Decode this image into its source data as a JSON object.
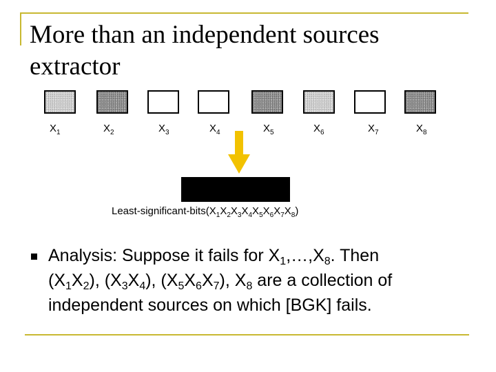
{
  "slide": {
    "title": "More than an independent sources extractor",
    "accent_color": "#c8b830",
    "arrow_color": "#f2c200",
    "sources": [
      {
        "letter": "X",
        "index": "1",
        "shade": "light"
      },
      {
        "letter": "X",
        "index": "2",
        "shade": "dark"
      },
      {
        "letter": "X",
        "index": "3",
        "shade": "white"
      },
      {
        "letter": "X",
        "index": "4",
        "shade": "white"
      },
      {
        "letter": "X",
        "index": "5",
        "shade": "dark"
      },
      {
        "letter": "X",
        "index": "6",
        "shade": "light"
      },
      {
        "letter": "X",
        "index": "7",
        "shade": "white"
      },
      {
        "letter": "X",
        "index": "8",
        "shade": "dark"
      }
    ],
    "output": {
      "prefix": "Least-significant-bits(",
      "subs": [
        "1",
        "2",
        "3",
        "4",
        "5",
        "6",
        "7",
        "8"
      ],
      "suffix": ")"
    },
    "analysis": {
      "line1": [
        "Analysis: Suppose it fails for X",
        "1",
        ",…,X",
        "8",
        ". Then"
      ],
      "line2": [
        "(X",
        "1",
        "X",
        "2",
        "), (X",
        "3",
        "X",
        "4",
        "), (X",
        "5",
        "X",
        "6",
        "X",
        "7",
        "), X",
        "8",
        " are a collection of"
      ],
      "line3": "independent sources on which [BGK] fails."
    }
  }
}
